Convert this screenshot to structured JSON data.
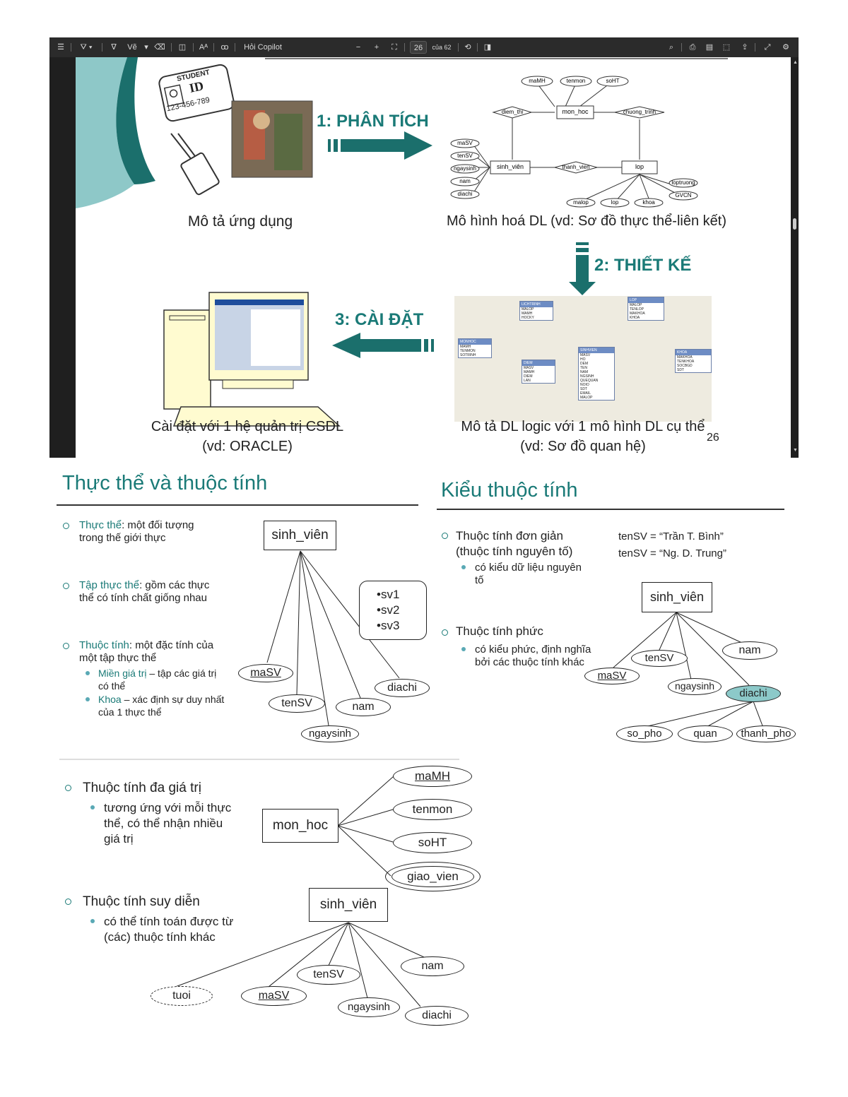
{
  "toolbar": {
    "draw_label": "Vẽ",
    "copilot_label": "Hỏi Copilot",
    "page_current": "26",
    "page_total": "của 62",
    "zoom_minus": "−",
    "zoom_plus": "+"
  },
  "slide26": {
    "card_student": "STUDENT",
    "card_id": "ID",
    "card_number": "123-456-789",
    "step1": "1: PHÂN TÍCH",
    "step2": "2: THIẾT KẾ",
    "step3": "3: CÀI ĐẶT",
    "caption_describe": "Mô tả ứng dụng",
    "caption_model": "Mô hình hoá DL (vd: Sơ đồ thực thể-liên kết)",
    "caption_install_1": "Cài đặt với 1 hệ quản trị CSDL",
    "caption_install_2": "(vd: ORACLE)",
    "caption_logic_1": "Mô tả DL logic với 1 mô hình DL cụ thể",
    "caption_logic_2": "(vd: Sơ đồ quan hệ)",
    "page_number": "26",
    "er": {
      "mon_hoc": "mon_hoc",
      "sinh_vien": "sinh_viên",
      "lop": "lop",
      "diem_thi": "diem_thi",
      "chuong_trinh": "chuong_trinh",
      "thanh_vien": "thanh_vien",
      "maMH": "maMH",
      "tenmon": "tenmon",
      "soHT": "soHT",
      "maSV": "maSV",
      "tenSV": "tenSV",
      "ngaysinh": "ngaysinh",
      "nam": "nam",
      "diachi": "diachi",
      "malop": "malop",
      "lop_attr": "lop",
      "khoa": "khoa",
      "loptruong": "loptruong",
      "GVCN": "GVCN"
    },
    "rel_tables": [
      {
        "name": "LICHTRINH",
        "fields": [
          "MALOP",
          "MAMH",
          "HOCKY"
        ]
      },
      {
        "name": "LOP",
        "fields": [
          "MALOP",
          "TENLOP",
          "MAKHOA",
          "KHOA"
        ]
      },
      {
        "name": "MONHOC",
        "fields": [
          "MAMH",
          "TENMON",
          "SOTRINH"
        ]
      },
      {
        "name": "DIEM",
        "fields": [
          "MASV",
          "MAMH",
          "DIEM",
          "LAN"
        ]
      },
      {
        "name": "SINHVIEN",
        "fields": [
          "MASV",
          "HO",
          "DEM",
          "TEN",
          "NAM",
          "NGSINH",
          "QUEQUAN",
          "NOIO",
          "SDT",
          "EMAIL",
          "MALOP"
        ]
      },
      {
        "name": "KHOA",
        "fields": [
          "MAKHOA",
          "TENKHOA",
          "SOCBGD",
          "SDT"
        ]
      }
    ]
  },
  "entity_section": {
    "heading": "Thực thể và thuộc tính",
    "b1_key": "Thực thể",
    "b1_text_1": ": một đối tượng",
    "b1_text_2": "trong thế giới thực",
    "b2_key": "Tập thực thể",
    "b2_text_1": ": gồm các thực",
    "b2_text_2": "thể có tính chất giống nhau",
    "b3_key": "Thuộc tính",
    "b3_text_1": ": một đặc tính của",
    "b3_text_2": "một tập thực thể",
    "s1_key": "Miền giá trị",
    "s1_text_1": " – tập các giá trị",
    "s1_text_2": "có thể",
    "s2_key": "Khoa",
    "s2_text_1": " – xác định sự duy nhất",
    "s2_text_2": "của 1 thực thể",
    "entity": "sinh_viên",
    "instances": [
      "•sv1",
      "•sv2",
      "•sv3"
    ],
    "attrs": {
      "maSV": "maSV",
      "tenSV": "tenSV",
      "ngaysinh": "ngaysinh",
      "nam": "nam",
      "diachi": "diachi"
    }
  },
  "type_section": {
    "heading": "Kiểu thuộc tính",
    "b1_line1": "Thuộc tính đơn giản",
    "b1_line2": "(thuộc tính nguyên tố)",
    "b1_sub_1": "có kiểu dữ liệu nguyên",
    "b1_sub_2": "tố",
    "ex1": "tenSV = “Trần T. Bình”",
    "ex2": "tenSV = “Ng. D. Trung”",
    "b2_line1": "Thuộc tính phức",
    "b2_sub_1": "có kiểu phức, định nghĩa",
    "b2_sub_2": "bởi các thuộc tính khác",
    "entity": "sinh_viên",
    "attrs": {
      "tenSV": "tenSV",
      "nam": "nam",
      "maSV": "maSV",
      "ngaysinh": "ngaysinh",
      "diachi": "diachi",
      "so_pho": "so_pho",
      "quan": "quan",
      "thanh_pho": "thanh_pho"
    },
    "highlight_color": "#8cc9c9"
  },
  "multi_section": {
    "b1_line1": "Thuộc tính đa giá trị",
    "b1_sub_1": "tương ứng với mỗi thực",
    "b1_sub_2": "thể, có thể nhận nhiều",
    "b1_sub_3": "giá trị",
    "entity1": "mon_hoc",
    "attrs1": {
      "maMH": "maMH",
      "tenmon": "tenmon",
      "soHT": "soHT",
      "giao_vien": "giao_vien"
    },
    "b2_line1": "Thuộc tính suy diễn",
    "b2_sub_1": "có thể tính toán được từ",
    "b2_sub_2": "(các) thuộc tính khác",
    "entity2": "sinh_viên",
    "attrs2": {
      "tenSV": "tenSV",
      "nam": "nam",
      "tuoi": "tuoi",
      "maSV": "maSV",
      "ngaysinh": "ngaysinh",
      "diachi": "diachi"
    }
  },
  "colors": {
    "teal": "#1a7a77",
    "accent_light": "#8cc9c9",
    "toolbar_bg": "#2b2b2b"
  }
}
